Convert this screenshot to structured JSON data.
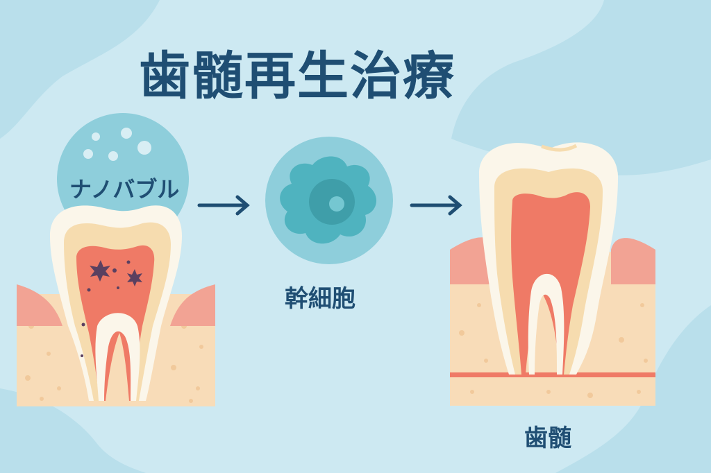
{
  "title": "歯髄再生治療",
  "steps": [
    {
      "label": "ナノバブル"
    },
    {
      "label": "幹細胞"
    },
    {
      "label": "歯髄"
    }
  ],
  "colors": {
    "background": "#cde9f2",
    "blob": "#b9dfeb",
    "text": "#1f4e73",
    "enamel": "#fbf6ea",
    "dentin": "#f6dcaf",
    "pulp": "#ef7a66",
    "gum": "#f2a394",
    "bone": "#f8dcb8",
    "cell_outer": "#8ecedb",
    "cell_body": "#4fb3bf",
    "bacteria": "#5a4060"
  },
  "icons": [
    "nanobubble-circle",
    "arrow-right",
    "stem-cell",
    "arrow-right",
    "healthy-tooth",
    "infected-tooth"
  ]
}
